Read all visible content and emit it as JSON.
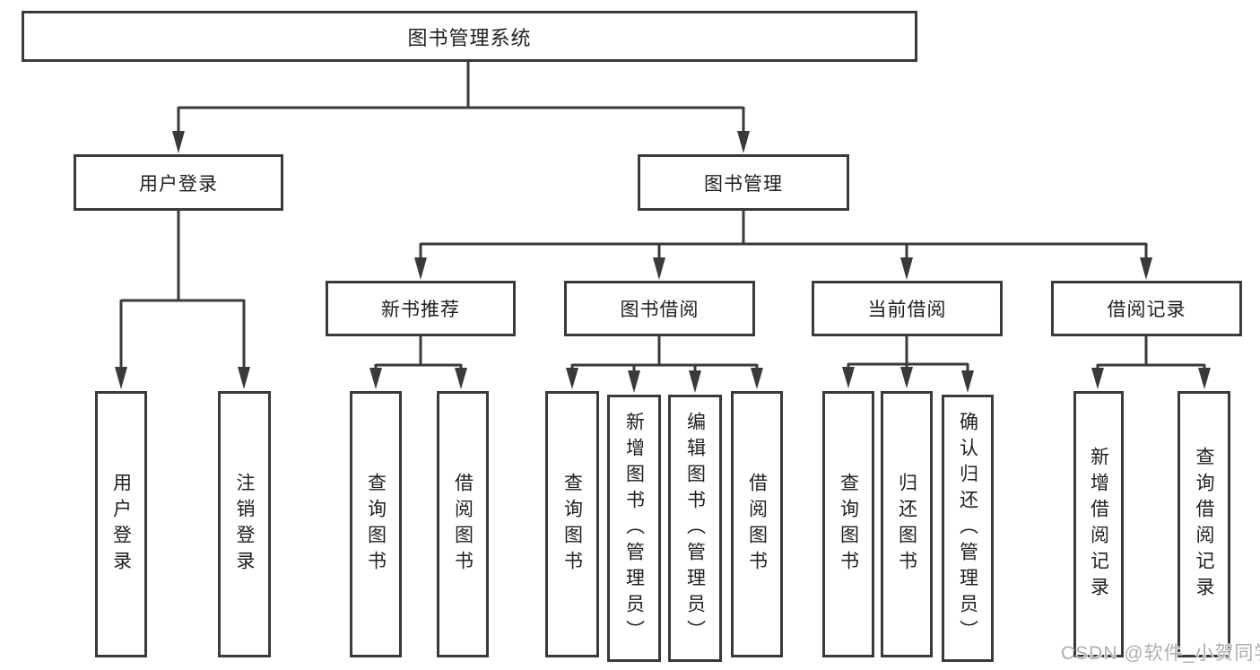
{
  "diagram": {
    "type": "hierarchy-tree",
    "root": {
      "label": "图书管理系统",
      "children": [
        {
          "label": "用户登录",
          "children": [
            {
              "label": "用户登录"
            },
            {
              "label": "注销登录"
            }
          ]
        },
        {
          "label": "图书管理",
          "children": [
            {
              "label": "新书推荐",
              "children": [
                {
                  "label": "查询图书"
                },
                {
                  "label": "借阅图书"
                }
              ]
            },
            {
              "label": "图书借阅",
              "children": [
                {
                  "label": "查询图书"
                },
                {
                  "label": "新增图书（管理员）"
                },
                {
                  "label": "编辑图书（管理员）"
                },
                {
                  "label": "借阅图书"
                }
              ]
            },
            {
              "label": "当前借阅",
              "children": [
                {
                  "label": "查询图书"
                },
                {
                  "label": "归还图书"
                },
                {
                  "label": "确认归还（管理员）"
                }
              ]
            },
            {
              "label": "借阅记录",
              "children": [
                {
                  "label": "新增借阅记录"
                },
                {
                  "label": "查询借阅记录"
                }
              ]
            }
          ]
        }
      ]
    }
  },
  "watermark": "CSDN @软件_小贺同学",
  "colors": {
    "line": "#3a3a3a",
    "text": "#1f1f1f",
    "background": "#ffffff",
    "watermark": "#aeaeae"
  }
}
